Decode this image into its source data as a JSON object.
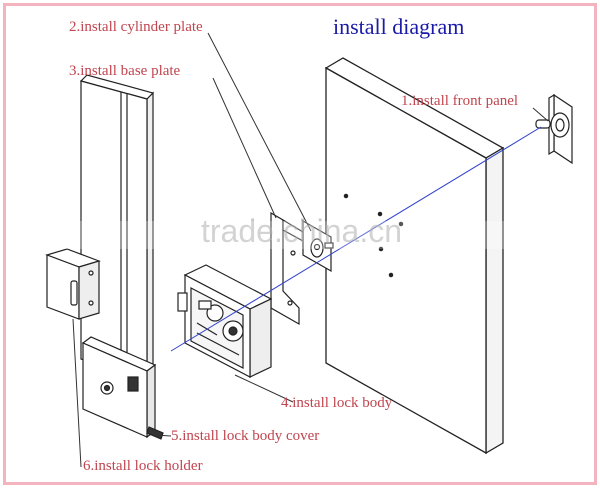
{
  "title": "install diagram",
  "watermark": "trade.china.cn",
  "steps": [
    {
      "label": "1.install front panel"
    },
    {
      "label": "2.install cylinder plate"
    },
    {
      "label": "3.install base plate"
    },
    {
      "label": "4.install lock body"
    },
    {
      "label": "5.install lock body cover"
    },
    {
      "label": "6.install lock holder"
    }
  ],
  "colors": {
    "title": "#1a1aa8",
    "label": "#c0454f",
    "label_dark": "#2a2a2a",
    "axis": "#3344cc",
    "line": "#222222",
    "frame": "#f3b4bf"
  }
}
